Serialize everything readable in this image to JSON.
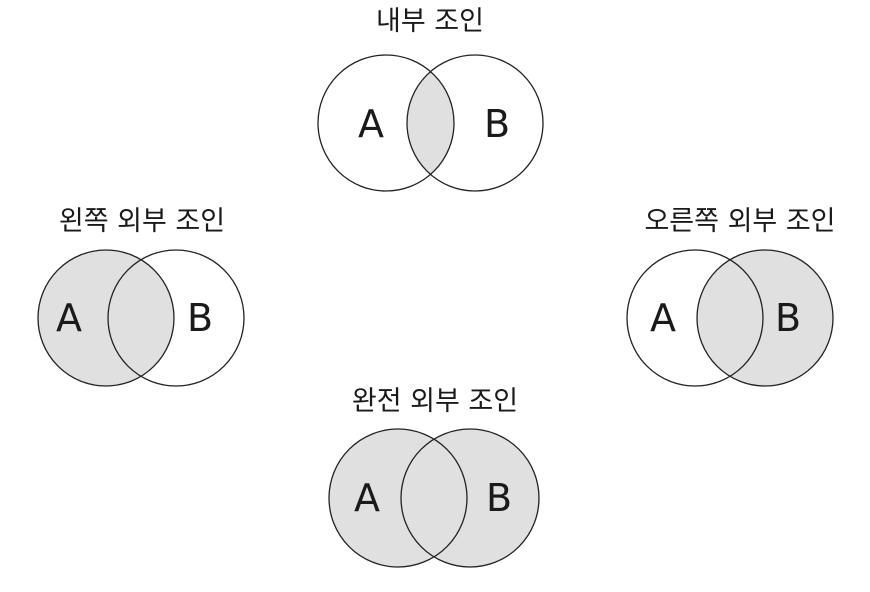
{
  "diagrams": {
    "inner": {
      "title": "내부 조인",
      "left_label": "A",
      "right_label": "B"
    },
    "left_outer": {
      "title": "왼쪽 외부 조인",
      "left_label": "A",
      "right_label": "B"
    },
    "right_outer": {
      "title": "오른쪽 외부 조인",
      "left_label": "A",
      "right_label": "B"
    },
    "full_outer": {
      "title": "완전 외부 조인",
      "left_label": "A",
      "right_label": "B"
    }
  },
  "colors": {
    "fill": "#e0e0e0",
    "stroke": "#222222",
    "background": "#ffffff"
  }
}
